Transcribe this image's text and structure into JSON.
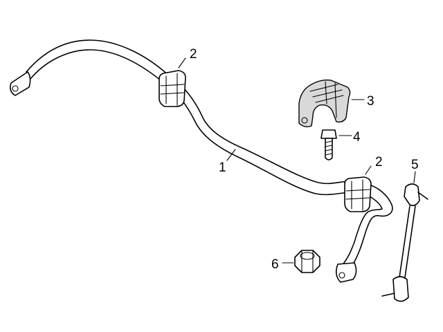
{
  "callouts": [
    {
      "id": "1",
      "label": "1"
    },
    {
      "id": "2a",
      "label": "2"
    },
    {
      "id": "2b",
      "label": "2"
    },
    {
      "id": "3",
      "label": "3"
    },
    {
      "id": "4",
      "label": "4"
    },
    {
      "id": "5",
      "label": "5"
    },
    {
      "id": "6",
      "label": "6"
    }
  ],
  "colors": {
    "line": "#000000",
    "shade": "#d9d9d9",
    "background": "#ffffff"
  }
}
